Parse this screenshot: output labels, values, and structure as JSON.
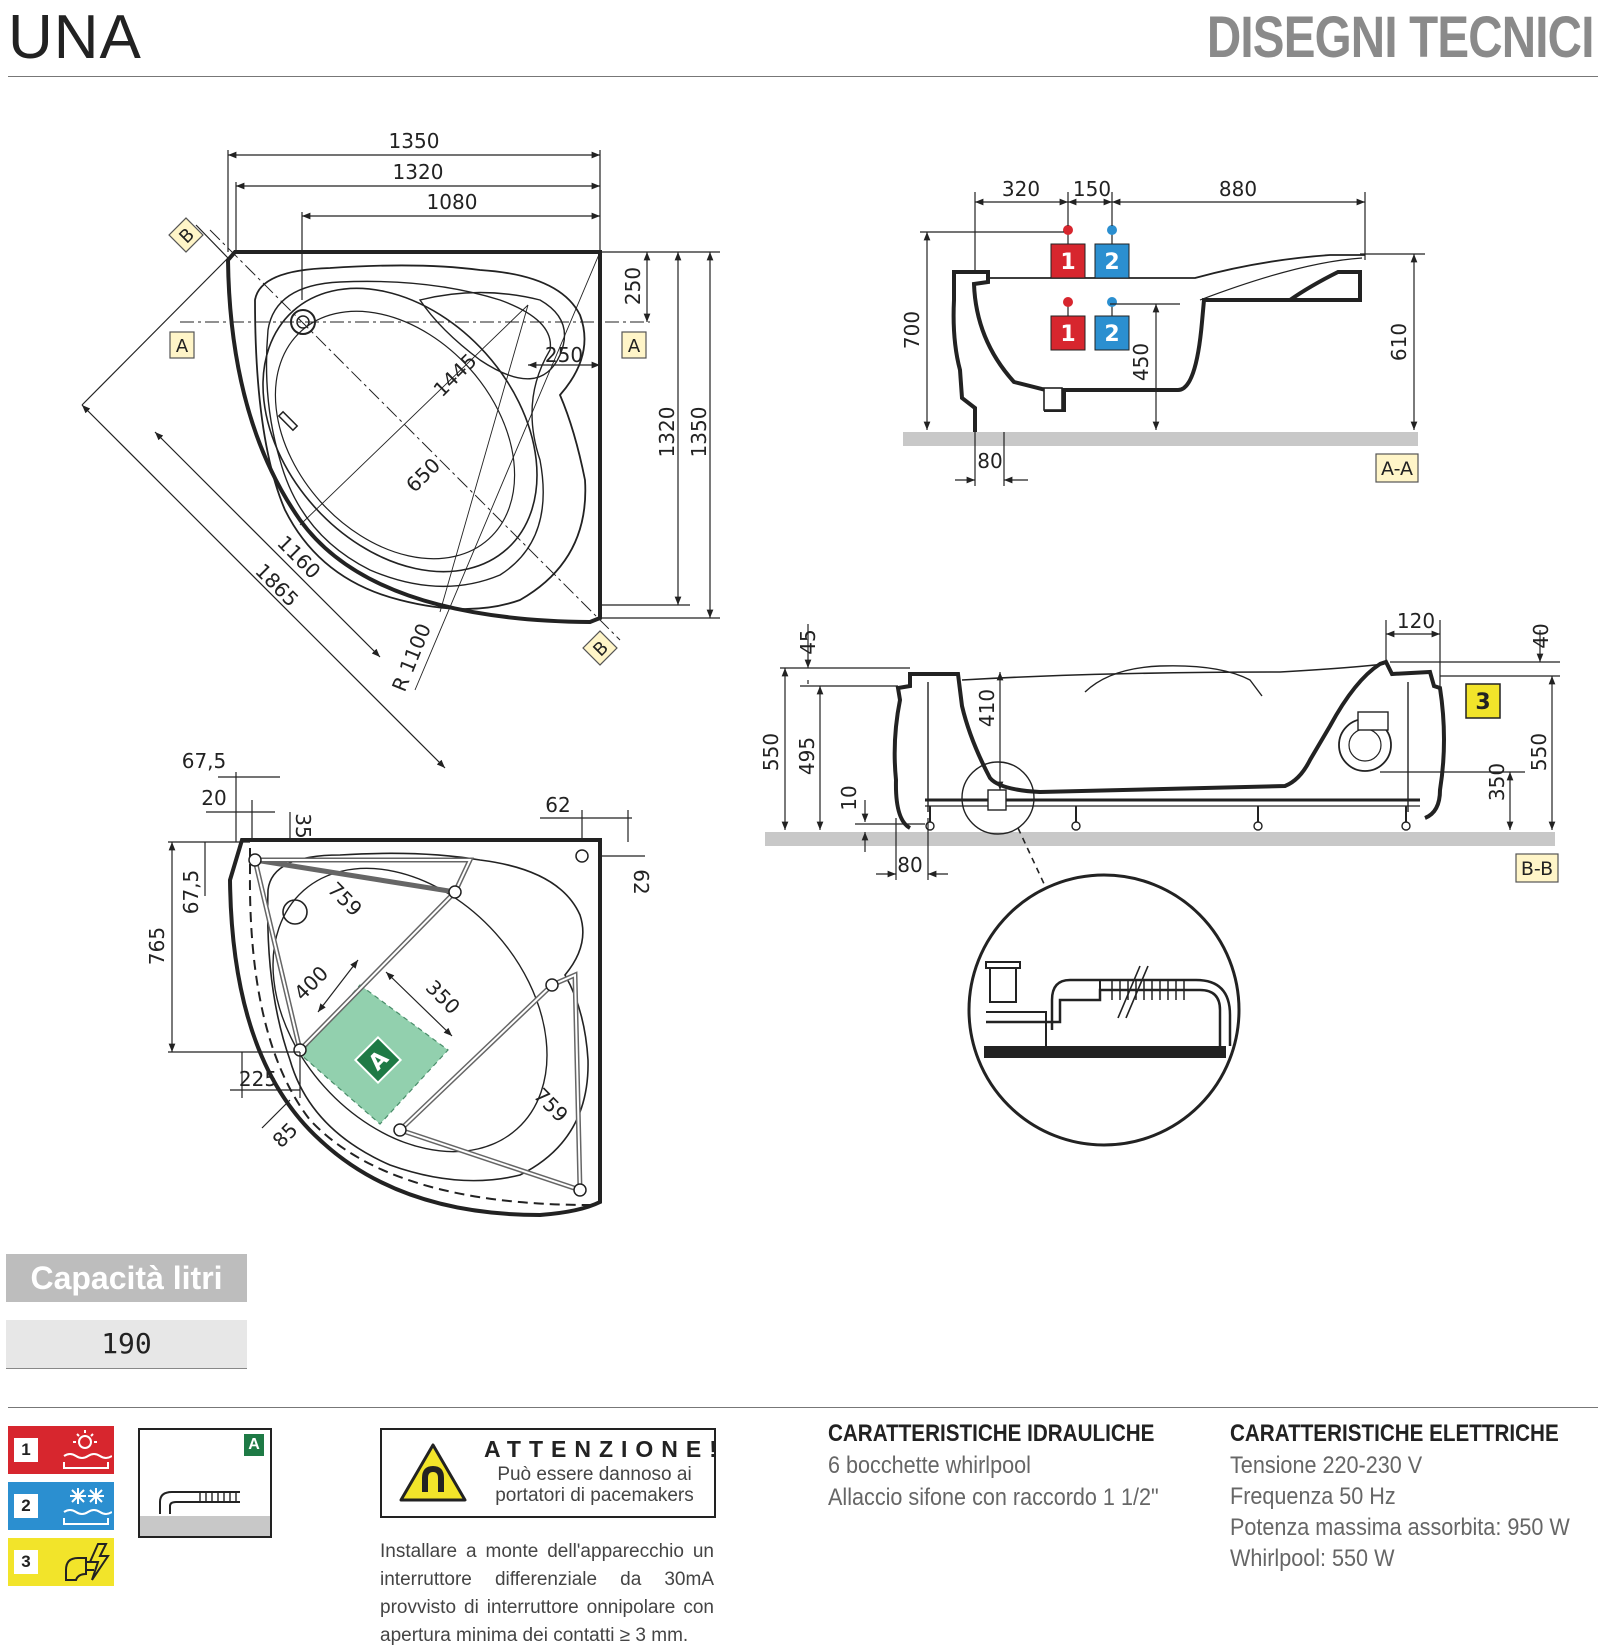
{
  "header": {
    "model_name": "UNA",
    "section_title": "DISEGNI TECNICI"
  },
  "top_view": {
    "dims": {
      "w1350": "1350",
      "w1320": "1320",
      "w1080": "1080",
      "d250_top": "250",
      "d250_inner": "250",
      "d1445": "1445",
      "d650": "650",
      "d1160": "1160",
      "d1865": "1865",
      "r1100": "R 1100",
      "h1320": "1320",
      "h1350": "1350"
    },
    "section_tags": {
      "b_top": "B",
      "a_left": "A",
      "a_right": "A",
      "b_bottom": "B"
    }
  },
  "frame_view": {
    "dims": {
      "d67_5_top": "67,5",
      "d20": "20",
      "d35": "35",
      "d62_top": "62",
      "d62_right": "62",
      "d67_5_left": "67,5",
      "d765": "765",
      "d759_a": "759",
      "d400": "400",
      "d350": "350",
      "d759_b": "759",
      "d225": "225",
      "d85": "85"
    },
    "zone_label": "A"
  },
  "section_aa": {
    "dims": {
      "d320": "320",
      "d150": "150",
      "d880": "880",
      "d700": "700",
      "d450": "450",
      "d610": "610",
      "d80": "80"
    },
    "badges": {
      "hot_top": "1",
      "cold_top": "2",
      "hot_bottom": "1",
      "cold_bottom": "2"
    },
    "tag": "A-A"
  },
  "section_bb": {
    "dims": {
      "d45": "45",
      "d120": "120",
      "d40": "40",
      "d550_left": "550",
      "d495": "495",
      "d410": "410",
      "d10": "10",
      "d80": "80",
      "d350": "350",
      "d550_right": "550"
    },
    "badge": "3",
    "tag": "B-B"
  },
  "capacity": {
    "label": "Capacità litri",
    "value": "190"
  },
  "legend": {
    "items": [
      {
        "num": "1",
        "color": "#d7262e",
        "icon": "hot-water-icon"
      },
      {
        "num": "2",
        "color": "#2b8fd0",
        "icon": "cold-water-icon"
      },
      {
        "num": "3",
        "color": "#f2e42a",
        "icon": "electric-plug-icon"
      }
    ],
    "drain_box_label": "A"
  },
  "warning": {
    "title": "ATTENZIONE!",
    "subtitle": "Può essere dannoso ai portatori di pacemakers",
    "note": "Installare a monte dell'apparecchio un interruttore differenziale da 30mA provvisto di interruttore onnipolare con apertura minima dei contatti ≥ 3 mm."
  },
  "hydraulic": {
    "title": "CARATTERISTICHE IDRAULICHE",
    "lines": [
      "6 bocchette whirlpool",
      "Allaccio sifone con raccordo 1 1/2\""
    ]
  },
  "electrical": {
    "title": "CARATTERISTICHE ELETTRICHE",
    "lines": [
      "Tensione 220-230 V",
      "Frequenza 50 Hz",
      "Potenza massima assorbita: 950 W",
      "Whirlpool: 550 W"
    ]
  },
  "colors": {
    "hot": "#d7262e",
    "cold": "#2b8fd0",
    "electric": "#f2e42a",
    "zone_green": "#7fc8a0",
    "floor": "#c8c8c8"
  }
}
